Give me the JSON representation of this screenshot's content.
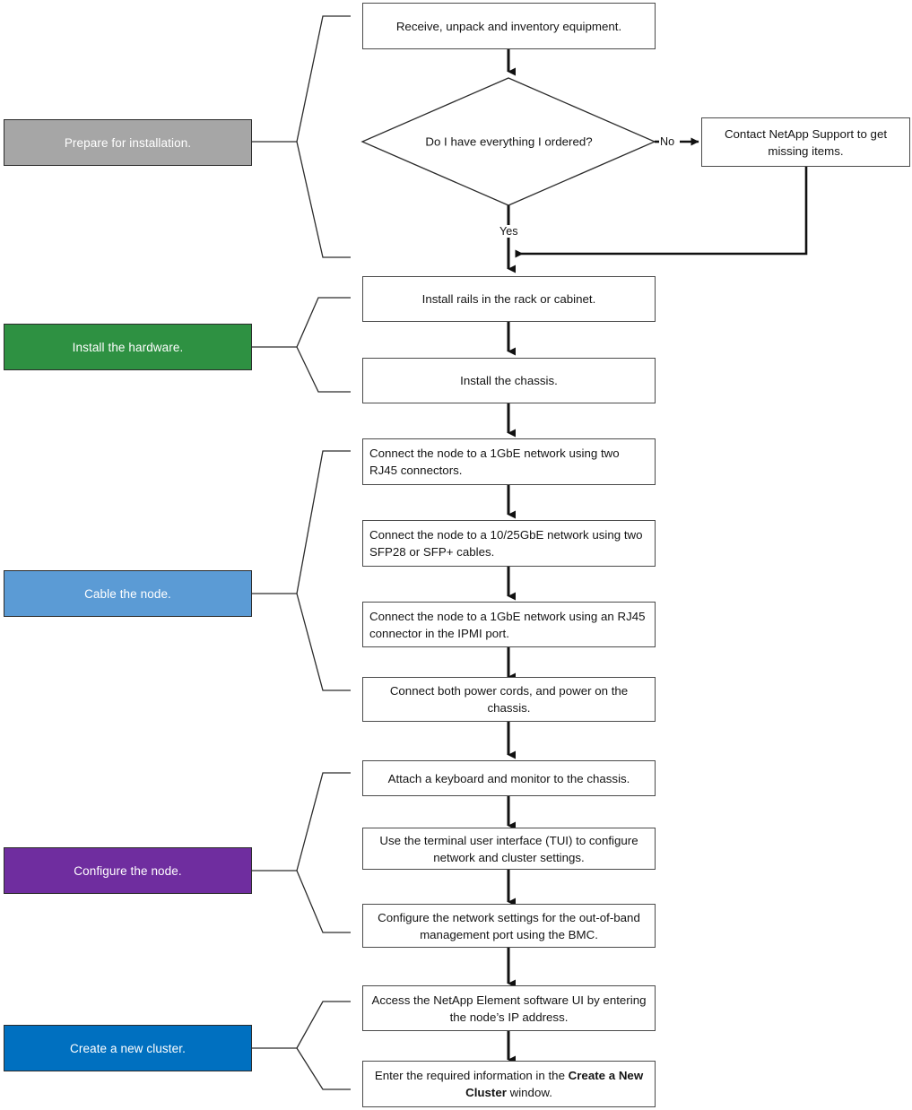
{
  "diagram": {
    "title": "NetApp node installation workflow",
    "colors": {
      "stage_prepare": "#A6A6A6",
      "stage_install": "#2E9142",
      "stage_cable": "#5B9BD5",
      "stage_configure": "#6F2D9F",
      "stage_cluster": "#0070C0",
      "box_border": "#4A4A4A",
      "connector": "#2B2B2B",
      "text_dark": "#141414",
      "text_light": "#FFFFFF",
      "background": "#FFFFFF"
    },
    "stages": [
      {
        "id": "prepare",
        "label": "Prepare for installation."
      },
      {
        "id": "install",
        "label": "Install the hardware."
      },
      {
        "id": "cable",
        "label": "Cable the node."
      },
      {
        "id": "configure",
        "label": "Configure the node."
      },
      {
        "id": "cluster",
        "label": "Create a new cluster."
      }
    ],
    "steps": {
      "receive": "Receive, unpack and inventory equipment.",
      "decision": "Do I have everything I ordered?",
      "contact": "Contact NetApp Support to get missing items.",
      "rails": "Install rails in the rack or cabinet.",
      "chassis": "Install the chassis.",
      "cable_1gbe": "Connect the node to a 1GbE network using two RJ45 connectors.",
      "cable_25gbe": "Connect the node to a 10/25GbE network using two SFP28 or SFP+ cables.",
      "cable_ipmi": "Connect the node to a 1GbE network using an RJ45 connector in the IPMI port.",
      "power": "Connect both power cords, and power on the chassis.",
      "keyboard": "Attach a keyboard and monitor to the chassis.",
      "tui": "Use the terminal user interface (TUI) to configure network and cluster settings.",
      "bmc": "Configure the network settings for the out-of-band management port using the BMC.",
      "element_ui": "Access the NetApp Element software UI by entering the node’s IP address.",
      "new_cluster_prefix": "Enter the required information in the ",
      "new_cluster_bold": "Create a New Cluster",
      "new_cluster_suffix": " window."
    },
    "edge_labels": {
      "no": "No",
      "yes": "Yes"
    }
  }
}
